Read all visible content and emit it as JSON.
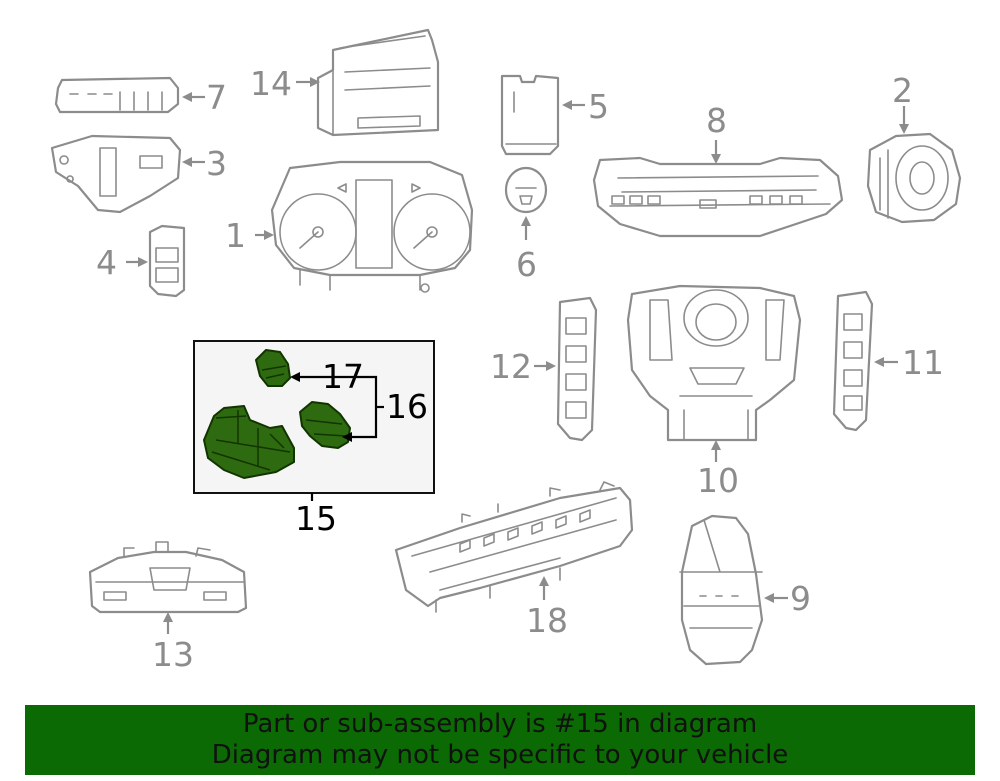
{
  "callouts": {
    "c1": "1",
    "c2": "2",
    "c3": "3",
    "c4": "4",
    "c5": "5",
    "c6": "6",
    "c7": "7",
    "c8": "8",
    "c9": "9",
    "c10": "10",
    "c11": "11",
    "c12": "12",
    "c13": "13",
    "c14": "14",
    "c15": "15",
    "c16": "16",
    "c17": "17",
    "c18": "18"
  },
  "banner": {
    "line1": "Part or sub-assembly is #15 in diagram",
    "line2": "Diagram may not be specific to your vehicle"
  },
  "colors": {
    "highlight_part": "#2e6b10",
    "banner_background": "#0b6a03",
    "line_gray": "#8c8c8c"
  }
}
